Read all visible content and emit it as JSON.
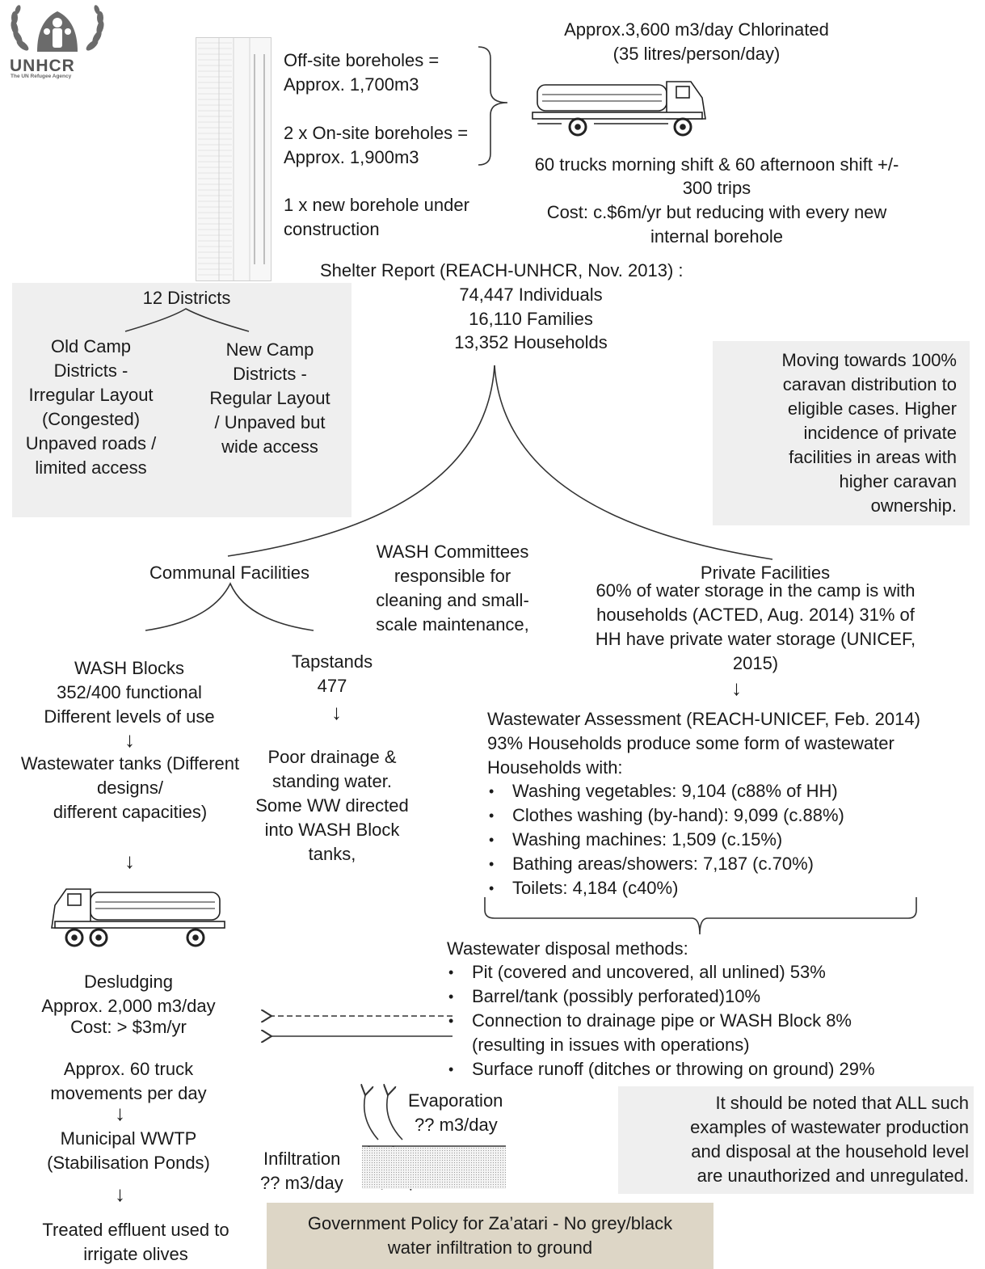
{
  "logo": {
    "name": "UNHCR",
    "tagline": "The UN Refugee Agency"
  },
  "supply": {
    "offsite_label": "Off-site boreholes =",
    "offsite_value": "Approx. 1,700m3",
    "onsite_label": "2 x On-site boreholes =",
    "onsite_value": "Approx. 1,900m3",
    "new_line1": "1 x new borehole under",
    "new_line2": "construction"
  },
  "trucking": {
    "line1": "Approx.3,600 m3/day Chlorinated",
    "line2": "(35 litres/person/day)",
    "line3": "60 trucks morning shift & 60 afternoon shift +/-",
    "line4": "300  trips",
    "line5": "Cost: c.$6m/yr but reducing with every new",
    "line6": "internal borehole"
  },
  "shelter": {
    "title": "Shelter Report (REACH-UNHCR, Nov. 2013) :",
    "individuals": "74,447 Individuals",
    "families": "16,110 Families",
    "households": "13,352 Households"
  },
  "districts": {
    "title": "12 Districts",
    "old": [
      "Old Camp",
      "Districts -",
      "Irregular Layout",
      "(Congested)",
      "Unpaved roads /",
      "limited access"
    ],
    "new": [
      "New Camp",
      "Districts -",
      "Regular Layout",
      "/ Unpaved but",
      "wide access"
    ]
  },
  "caravan_note": [
    "Moving towards 100%",
    "caravan distribution to",
    "eligible cases. Higher",
    "incidence of private",
    "facilities in areas with",
    "higher caravan",
    "ownership."
  ],
  "communal": {
    "title": "Communal Facilities"
  },
  "wash_committees": [
    "WASH Committees",
    "responsible for",
    "cleaning and small-",
    "scale maintenance,"
  ],
  "private": {
    "title": "Private Facilities",
    "lines": [
      "60% of water storage in the camp is with",
      "households (ACTED, Aug. 2014) 31% of",
      "HH have private water storage (UNICEF,",
      "2015)"
    ]
  },
  "wash_blocks": [
    "WASH Blocks",
    "352/400 functional",
    "Different levels of use"
  ],
  "tapstands": [
    "Tapstands",
    "477"
  ],
  "ww_tanks": [
    "Wastewater tanks (Different",
    "designs/",
    "different capacities)"
  ],
  "drainage": [
    "Poor drainage &",
    "standing water.",
    "Some WW directed",
    "into WASH Block",
    "tanks,"
  ],
  "ww_assessment": {
    "title": "Wastewater Assessment (REACH-UNICEF, Feb. 2014)",
    "line2": "93% Households produce some form of wastewater",
    "line3": "Households with:",
    "items": [
      "Washing vegetables: 9,104 (c88% of HH)",
      "Clothes washing (by-hand): 9,099 (c.88%)",
      "Washing machines: 1,509 (c.15%)",
      "Bathing areas/showers: 7,187 (c.70%)",
      "Toilets: 4,184 (c40%)"
    ]
  },
  "disposal": {
    "title": "Wastewater disposal methods:",
    "items": [
      "Pit (covered and uncovered, all unlined) 53%",
      "Barrel/tank (possibly perforated)10%",
      "Connection to drainage pipe or WASH Block 8%",
      "Surface runoff (ditches or throwing on ground) 29%"
    ],
    "continuation": "(resulting in issues with operations)"
  },
  "desludging": [
    "Desludging",
    "Approx. 2,000 m3/day",
    "Cost: > $3m/yr"
  ],
  "truck_moves": [
    "Approx. 60 truck",
    "movements per day"
  ],
  "wwtp": [
    "Municipal WWTP",
    "(Stabilisation Ponds)"
  ],
  "treated": [
    "Treated effluent used to",
    "irrigate olives"
  ],
  "evaporation": [
    "Evaporation",
    "?? m3/day"
  ],
  "infiltration": [
    "Infiltration",
    "?? m3/day"
  ],
  "unauthorized_note": [
    "It should be noted that ALL such",
    "examples of wastewater production",
    "and disposal at the household level",
    "are unauthorized and unregulated."
  ],
  "policy": [
    "Government Policy for Za’atari - No grey/black",
    "water infiltration to ground"
  ],
  "arrow_glyph": "↓",
  "colors": {
    "note_box": "#efefef",
    "policy_box": "#ddd6c6",
    "text": "#1a1a1a"
  }
}
